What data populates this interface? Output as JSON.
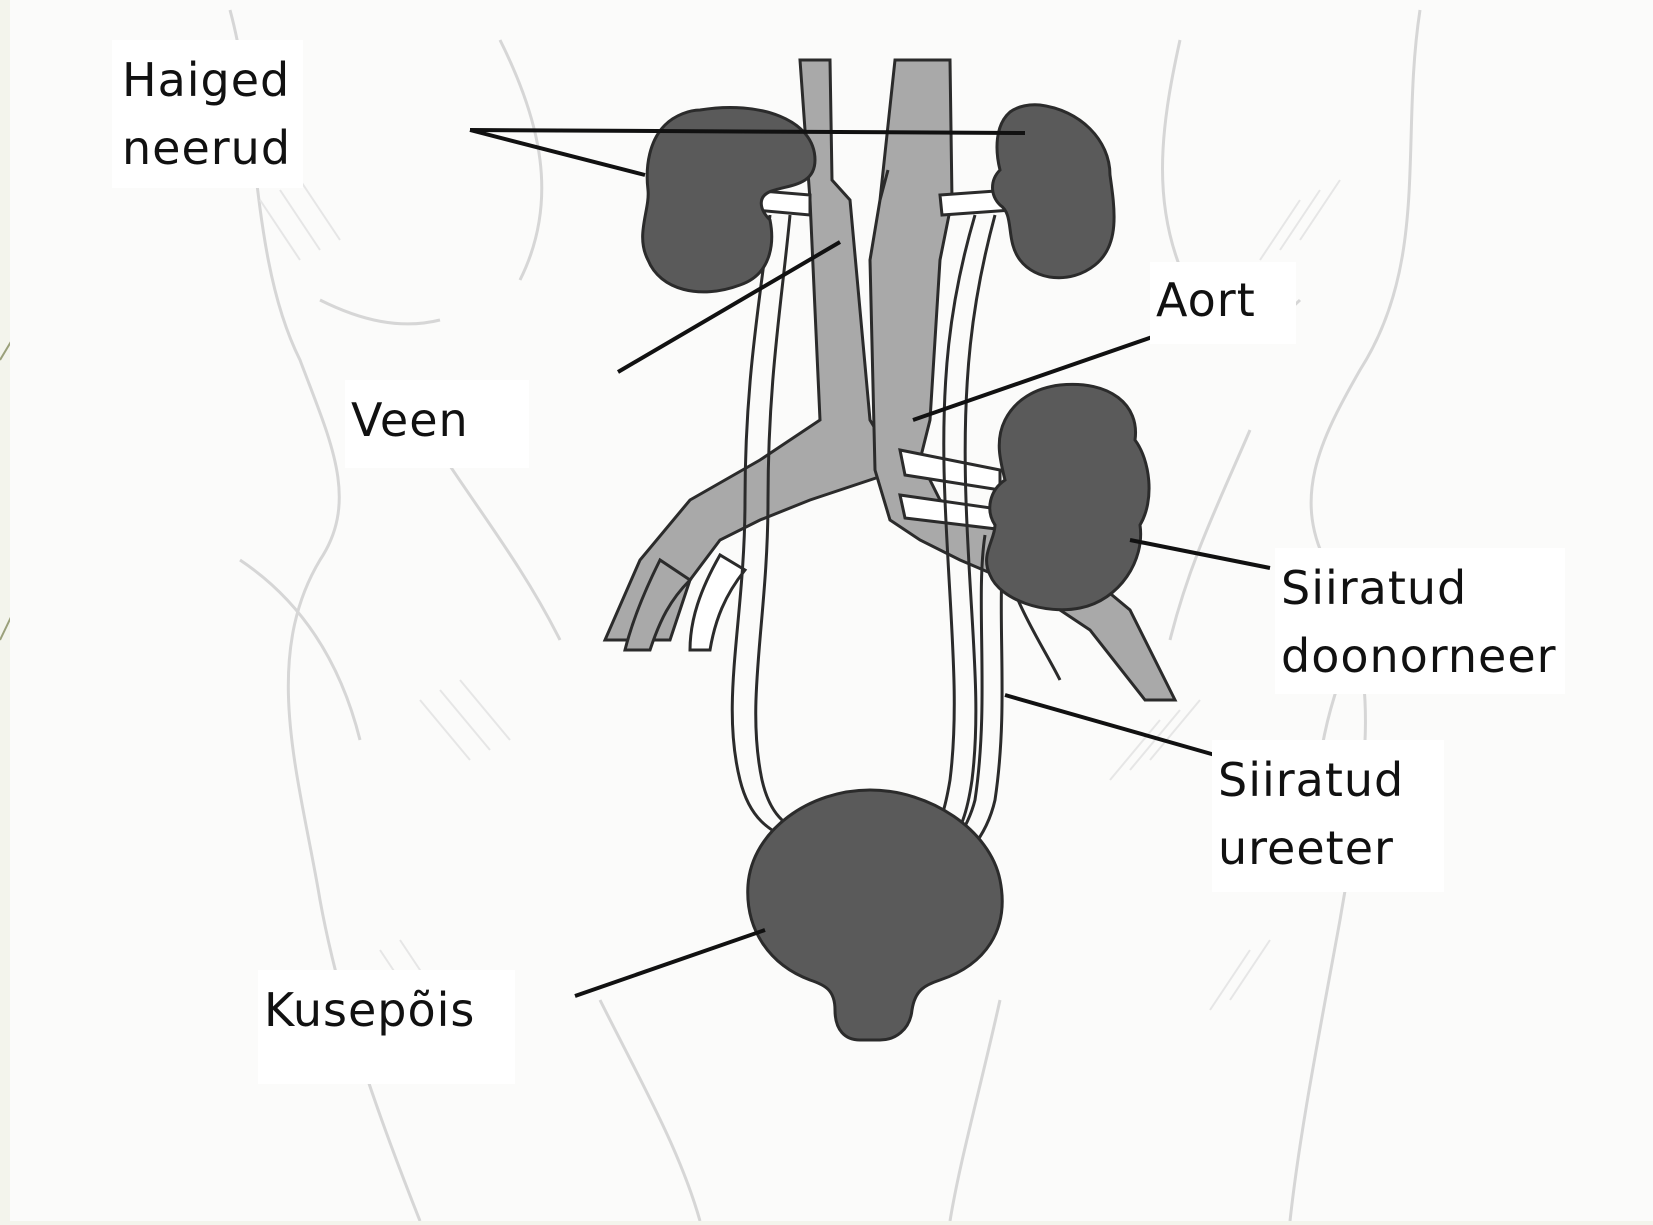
{
  "diagram": {
    "labels": {
      "diseased_kidneys": [
        "Haiged",
        "neerud"
      ],
      "vein": "Veen",
      "aorta": "Aort",
      "transplanted_kidney": [
        "Siiratud",
        "doonorneer"
      ],
      "transplanted_ureter": [
        "Siiratud",
        "ureeter"
      ],
      "bladder": "Kusepõis"
    },
    "colors": {
      "background": "#f3f4ec",
      "figure_background": "#fbfbfa",
      "organ": "#5a5a5a",
      "vessel": "#a6a6a6",
      "outline": "#2b2b2b",
      "leader_line": "#111111"
    }
  }
}
